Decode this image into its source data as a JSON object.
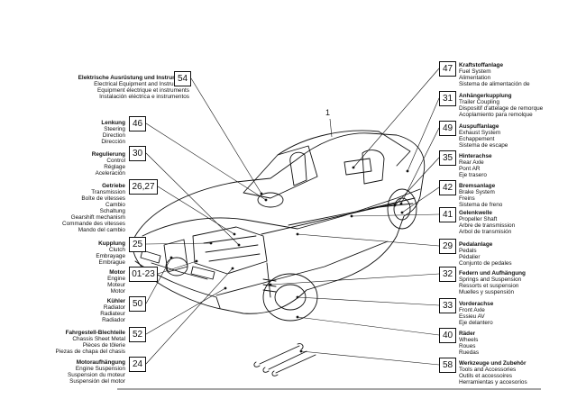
{
  "ref_number": "1",
  "callouts": [
    {
      "id": "54",
      "lines": [
        "Elektrische Ausrüstung und Instrumente",
        "Electrical Equipment and Instruments",
        "Equipment électrique et instruments",
        "Instalación eléctrica e instrumentos"
      ]
    },
    {
      "id": "46",
      "lines": [
        "Lenkung",
        "Steering",
        "Direction",
        "Dirección"
      ]
    },
    {
      "id": "30",
      "lines": [
        "Regulierung",
        "Control",
        "Réglage",
        "Aceleración"
      ]
    },
    {
      "id": "26,27",
      "lines": [
        "Getriebe",
        "Transmission",
        "Boîte de vitesses",
        "Cambio",
        "Schaltung",
        "Gearshift mechanism",
        "Commande des vitesses",
        "Mando del cambio"
      ]
    },
    {
      "id": "25",
      "lines": [
        "Kupplung",
        "Clutch",
        "Embrayage",
        "Embrague"
      ]
    },
    {
      "id": "01-23",
      "lines": [
        "Motor",
        "Engine",
        "Moteur",
        "Motor"
      ]
    },
    {
      "id": "50",
      "lines": [
        "Kühler",
        "Radiator",
        "Radiateur",
        "Radiador"
      ]
    },
    {
      "id": "52",
      "lines": [
        "Fahrgestell-Blechteile",
        "Chassis Sheet Metal",
        "Pièces de tôlerie",
        "Piezas de chapa del chasis"
      ]
    },
    {
      "id": "24",
      "lines": [
        "Motoraufhängung",
        "Engine Suspension",
        "Suspension du moteur",
        "Suspensión del motor"
      ]
    },
    {
      "id": "47",
      "lines": [
        "Kraftstoffanlage",
        "Fuel System",
        "Alimentation",
        "Sistema de alimentación de"
      ]
    },
    {
      "id": "31",
      "lines": [
        "Anhängerkupplung",
        "Trailer Coupling",
        "Dispositif d'attelage de remorque",
        "Acoplamiento para remolque"
      ]
    },
    {
      "id": "49",
      "lines": [
        "Auspuffanlage",
        "Exhaust System",
        "Echappement",
        "Sistema de escape"
      ]
    },
    {
      "id": "35",
      "lines": [
        "Hinterachse",
        "Rear Axle",
        "Pont AR",
        "Eje trasero"
      ]
    },
    {
      "id": "42",
      "lines": [
        "Bremsanlage",
        "Brake System",
        "Freins",
        "Sistema de freno"
      ]
    },
    {
      "id": "41",
      "lines": [
        "Gelenkwelle",
        "Propeller Shaft",
        "Arbre de transmission",
        "Arbol de transmisión"
      ]
    },
    {
      "id": "29",
      "lines": [
        "Pedalanlage",
        "Pedals",
        "Pédalier",
        "Conjunto de pedales"
      ]
    },
    {
      "id": "32",
      "lines": [
        "Federn und Aufhängung",
        "Springs and Suspension",
        "Ressorts et suspension",
        "Muelles y suspensión"
      ]
    },
    {
      "id": "33",
      "lines": [
        "Vorderachse",
        "Front Axle",
        "Essieu AV",
        "Eje delantero"
      ]
    },
    {
      "id": "40",
      "lines": [
        "Räder",
        "Wheels",
        "Roues",
        "Ruedas"
      ]
    },
    {
      "id": "58",
      "lines": [
        "Werkzeuge und Zubehör",
        "Tools and Accessories",
        "Outils et accessoires",
        "Herramientas y accesorios"
      ]
    }
  ]
}
